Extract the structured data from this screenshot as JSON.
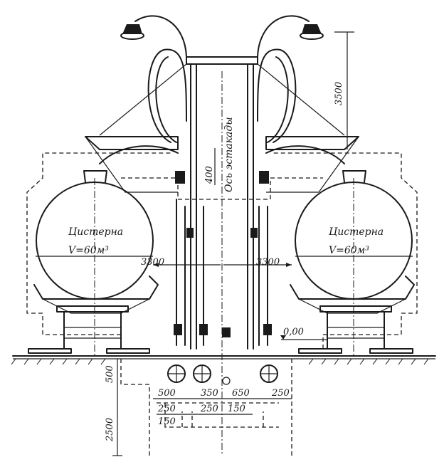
{
  "tank_left": {
    "name": "Цистерна",
    "volume": "V=60м³"
  },
  "tank_right": {
    "name": "Цистерна",
    "volume": "V=60м³"
  },
  "axis_label": "Ось эстакады",
  "dimensions": {
    "height_top": "3500",
    "height_mid": "400",
    "span_left": "3300",
    "span_right": "3300",
    "level": "0,00",
    "depth_left": "500",
    "depth_total": "2500",
    "w500": "500",
    "w350": "350",
    "w650": "650",
    "w250_right": "250",
    "w250_a": "250",
    "w250_b": "250",
    "w150_a": "150",
    "w150_b": "150"
  }
}
